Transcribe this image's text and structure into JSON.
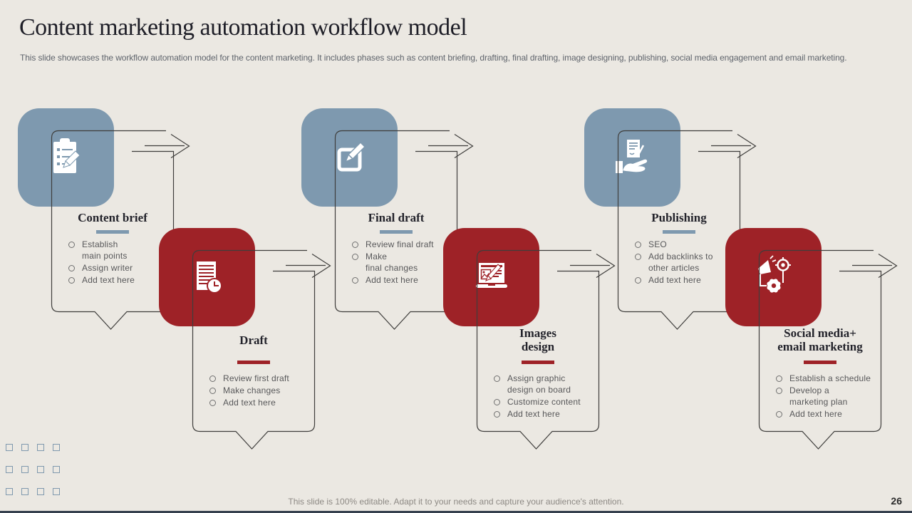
{
  "slide": {
    "title": "Content marketing automation workflow model",
    "subtitle": "This slide showcases the workflow automation model for the content marketing. It includes phases such as content briefing, drafting, final drafting, image designing, publishing, social media engagement and email marketing.",
    "footer_note": "This slide is 100% editable. Adapt it to your needs and capture your audience's attention.",
    "page_number": "26"
  },
  "colors": {
    "background": "#ebe8e2",
    "blue": "#7e99af",
    "red": "#9e2227",
    "outline": "#3f3e3c",
    "heading_text": "#23232b",
    "body_text": "#58585a",
    "footer_text": "#8d8984"
  },
  "stages": [
    {
      "id": "content-brief",
      "row": "top",
      "color": "blue",
      "icon": "clipboard-checklist-icon",
      "title_lines": [
        "Content brief"
      ],
      "bullets": [
        [
          "Establish",
          "main points"
        ],
        [
          "Assign writer"
        ],
        [
          "Add text here"
        ]
      ]
    },
    {
      "id": "draft",
      "row": "bottom",
      "color": "red",
      "icon": "document-clock-icon",
      "title_lines": [
        "Draft"
      ],
      "bullets": [
        [
          "Review first draft"
        ],
        [
          "Make changes"
        ],
        [
          "Add text here"
        ]
      ]
    },
    {
      "id": "final-draft",
      "row": "top",
      "color": "blue",
      "icon": "edit-compose-icon",
      "title_lines": [
        "Final draft"
      ],
      "bullets": [
        [
          "Review final draft"
        ],
        [
          "Make",
          "final changes"
        ],
        [
          "Add text here"
        ]
      ]
    },
    {
      "id": "images-design",
      "row": "bottom",
      "color": "red",
      "icon": "laptop-design-icon",
      "title_lines": [
        "Images",
        "design"
      ],
      "bullets": [
        [
          "Assign graphic",
          "design on board"
        ],
        [
          "Customize content"
        ],
        [
          "Add text here"
        ]
      ]
    },
    {
      "id": "publishing",
      "row": "top",
      "color": "blue",
      "icon": "hand-document-icon",
      "title_lines": [
        "Publishing"
      ],
      "bullets": [
        [
          "SEO"
        ],
        [
          "Add backlinks to",
          "other articles"
        ],
        [
          "Add text here"
        ]
      ]
    },
    {
      "id": "social-media-email-marketing",
      "row": "bottom",
      "color": "red",
      "icon": "megaphone-target-gear-icon",
      "title_lines": [
        "Social media+",
        "email marketing"
      ],
      "bullets": [
        [
          "Establish a schedule"
        ],
        [
          "Develop a",
          "marketing plan"
        ],
        [
          "Add text here"
        ]
      ]
    }
  ]
}
